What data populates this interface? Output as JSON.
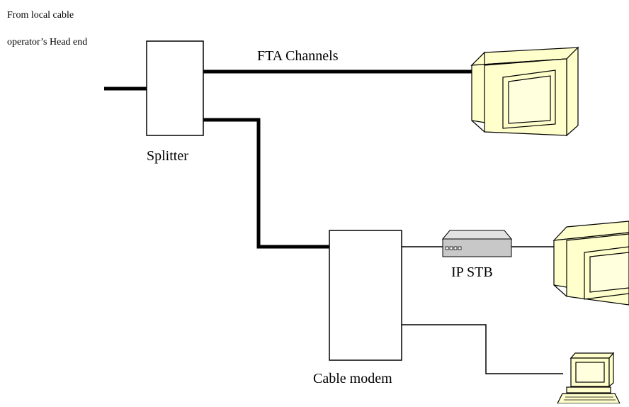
{
  "source": {
    "line1": "From local cable",
    "line2": "operator’s Head end"
  },
  "labels": {
    "fta": "FTA Channels",
    "splitter": "Splitter",
    "ip_stb": "IP STB",
    "cable_modem": "Cable modem"
  },
  "colors": {
    "device_fill": "#ffffcc",
    "stb_fill": "#c8c8c8",
    "line": "#000000"
  },
  "icons": [
    "tv-monitor-icon",
    "set-top-box-icon",
    "computer-icon"
  ]
}
